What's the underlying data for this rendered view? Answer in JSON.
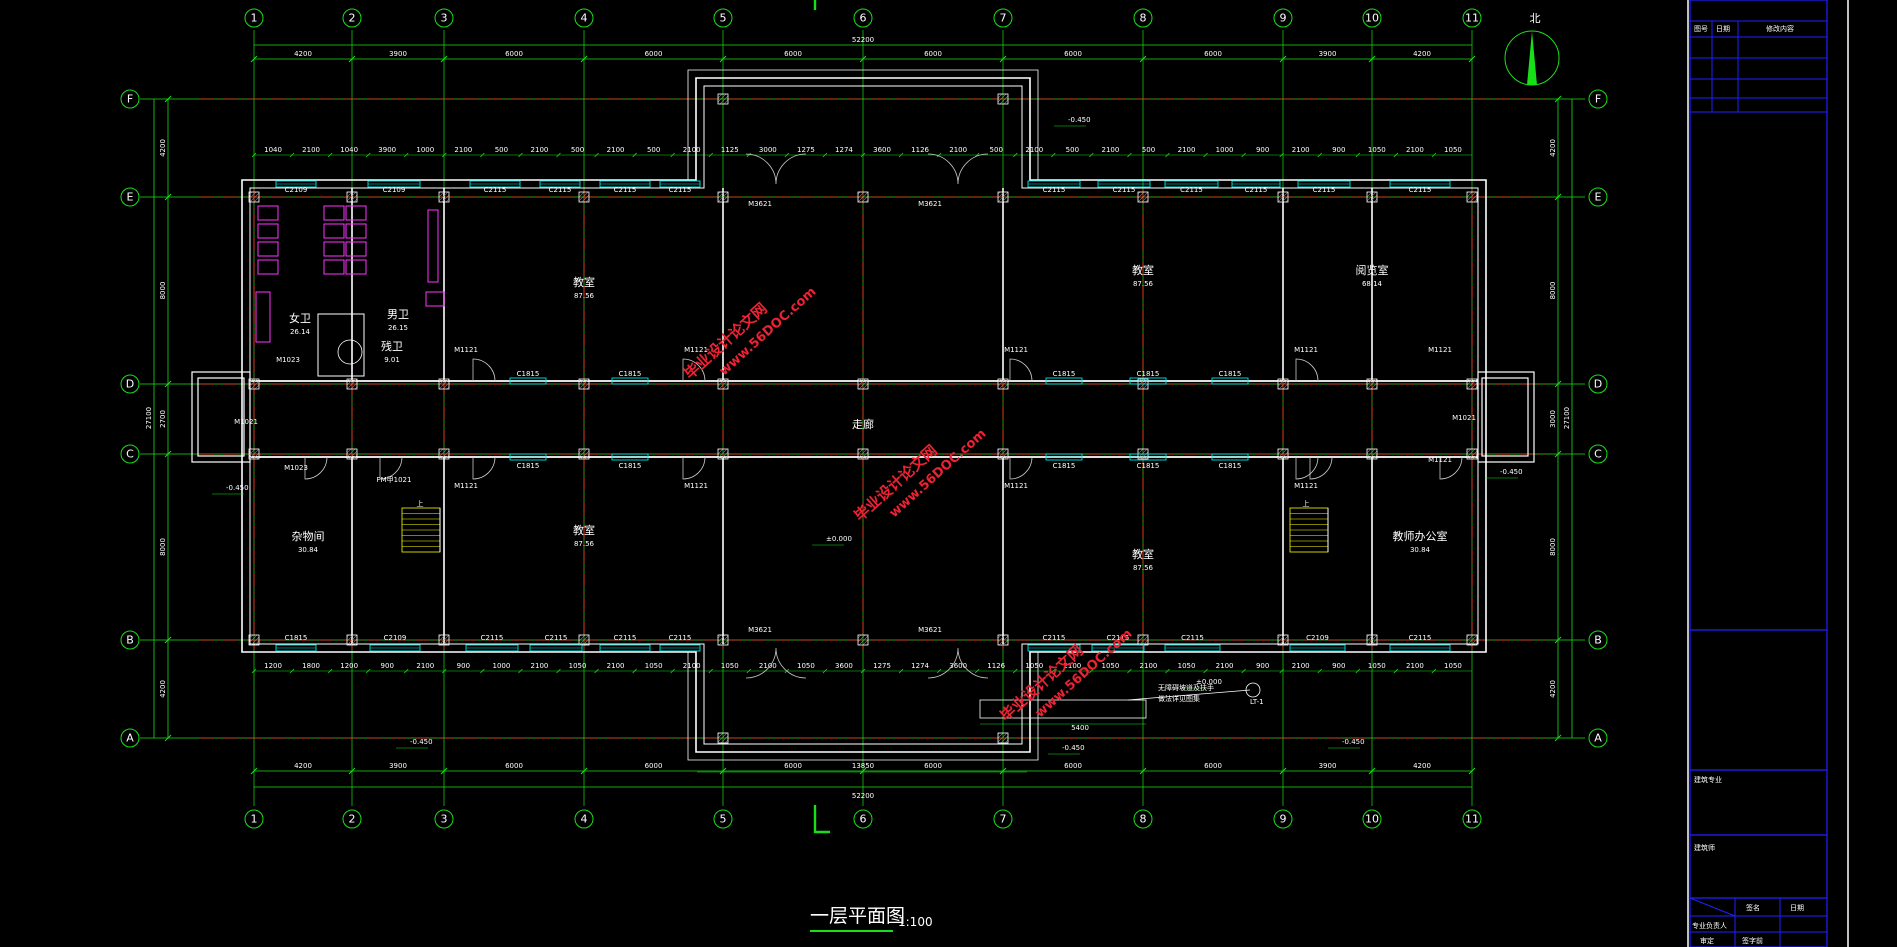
{
  "drawing": {
    "title": "一层平面图",
    "scale": "1:100",
    "north_label": "北",
    "corridor_label": "走廊",
    "colors": {
      "background": "#000000",
      "axis_line": "#ff2a2a",
      "dim_line": "#18e018",
      "wall": "#ffffff",
      "window": "#00e5e5",
      "fixture": "#ff33ff",
      "door": "#c8c8c8",
      "stair": "#ffff00",
      "titleblock": "#2020ff"
    }
  },
  "axes": {
    "vertical": [
      "1",
      "2",
      "3",
      "4",
      "5",
      "6",
      "7",
      "8",
      "9",
      "10",
      "11"
    ],
    "horizontal": [
      "F",
      "E",
      "D",
      "C",
      "B",
      "A"
    ]
  },
  "dimensions": {
    "bays": [
      "4200",
      "3900",
      "6000",
      "6000",
      "6000",
      "6000",
      "6000",
      "6000",
      "3900",
      "4200"
    ],
    "total": "52200",
    "porch": "13850",
    "left_side": [
      "4200",
      "8000",
      "2700",
      "8000",
      "4200"
    ],
    "left_total": "27100",
    "right_side": [
      "4200",
      "8000",
      "3000",
      "8000",
      "4200"
    ],
    "right_total": "27100",
    "porch_width": "5400",
    "sub_top": [
      "1040",
      "2100",
      "1040",
      "3900",
      "1000",
      "2100",
      "500",
      "2100",
      "500",
      "2100",
      "500",
      "2100",
      "1125",
      "3000",
      "1275",
      "1274",
      "3600",
      "1126",
      "2100",
      "500",
      "2100",
      "500",
      "2100",
      "500",
      "2100",
      "1000",
      "900",
      "2100",
      "900",
      "1050",
      "2100",
      "1050"
    ],
    "sub_bottom": [
      "1200",
      "1800",
      "1200",
      "900",
      "2100",
      "900",
      "1000",
      "2100",
      "1050",
      "2100",
      "1050",
      "2100",
      "1050",
      "2100",
      "1050",
      "3600",
      "1275",
      "1274",
      "3600",
      "1126",
      "1050",
      "2100",
      "1050",
      "2100",
      "1050",
      "2100",
      "900",
      "2100",
      "900",
      "1050",
      "2100",
      "1050"
    ]
  },
  "rooms": [
    {
      "name": "教室",
      "area": "87.56"
    },
    {
      "name": "教室",
      "area": "87.56"
    },
    {
      "name": "阅览室",
      "area": "68.14"
    },
    {
      "name": "女卫",
      "area": "26.14"
    },
    {
      "name": "男卫",
      "area": "26.15"
    },
    {
      "name": "残卫",
      "area": "9.01"
    },
    {
      "name": "杂物间",
      "area": "30.84"
    },
    {
      "name": "教室",
      "area": "87.56"
    },
    {
      "name": "教室",
      "area": "87.56"
    },
    {
      "name": "教师办公室",
      "area": "30.84"
    }
  ],
  "marks": {
    "windows_top": [
      "C2109",
      "C2109",
      "C2115",
      "C2115",
      "C2115",
      "C2115",
      "C2115",
      "C2115",
      "C2115",
      "C2115",
      "C2115",
      "C2115"
    ],
    "windows_bottom": [
      "C1815",
      "C2109",
      "C2115",
      "C2115",
      "C2115",
      "C2115",
      "C2115",
      "C2115",
      "C2115",
      "C2109",
      "C2115"
    ],
    "windows_corridor": [
      "C1815",
      "C1815",
      "C1815",
      "C1815",
      "C1815",
      "C1815",
      "C1815",
      "C1815",
      "C1815",
      "C1815"
    ],
    "doors": [
      "M3621",
      "M3621",
      "M3621",
      "M3621",
      "M1121",
      "M1121",
      "M1121",
      "M1121",
      "M1121",
      "M1121",
      "M1121",
      "M1121",
      "M1121",
      "M1121",
      "M1023",
      "M1023",
      "M1021",
      "M1021",
      "FM甲1021"
    ],
    "stairs": [
      "上",
      "上"
    ],
    "elevations": [
      "-0.450",
      "-0.450",
      "-0.450",
      "-0.450",
      "-0.450",
      "-0.450",
      "±0.000",
      "±0.000"
    ],
    "note_lines": [
      "无障碍坡道及扶手",
      "做法详见图集"
    ],
    "stair_tag": "LT-1"
  },
  "title_block": {
    "header": [
      "图号",
      "日期",
      "修改内容"
    ],
    "rows": [
      "建筑专业",
      "建筑师"
    ],
    "signatures": [
      "签名",
      "日期",
      "专业负责人",
      "审定",
      "签字前"
    ]
  },
  "watermark": [
    "毕业设计论文网",
    "www.56DOC.com"
  ]
}
